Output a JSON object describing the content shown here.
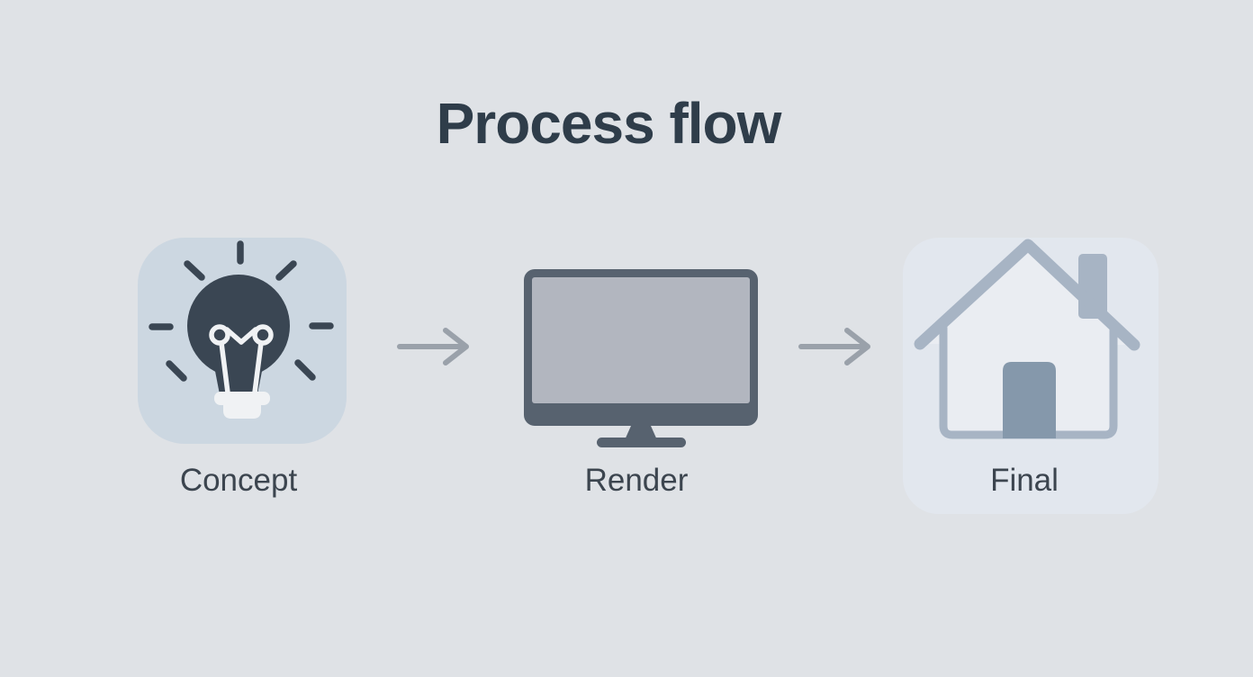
{
  "title": "Process flow",
  "steps": [
    {
      "id": "concept",
      "label": "Concept",
      "icon": "lightbulb-icon"
    },
    {
      "id": "render",
      "label": "Render",
      "icon": "monitor-icon"
    },
    {
      "id": "final",
      "label": "Final",
      "icon": "house-icon"
    }
  ],
  "arrows": [
    {
      "id": "arrow-1",
      "icon": "right-arrow-icon"
    },
    {
      "id": "arrow-2",
      "icon": "right-arrow-icon"
    }
  ],
  "colors": {
    "background": "#dfe2e6",
    "title_text": "#2f3d4a",
    "label_text": "#3c454f",
    "concept_card_bg": "#ccd7e1",
    "bulb_fill": "#3a4653",
    "bulb_highlight": "#f0f2f4",
    "monitor_frame": "#57626f",
    "monitor_screen": "#b2b6bf",
    "final_card_bg": "#e2e7ee",
    "house_stroke": "#a7b4c4",
    "house_door": "#8598ab",
    "arrow": "#9aa1aa"
  }
}
